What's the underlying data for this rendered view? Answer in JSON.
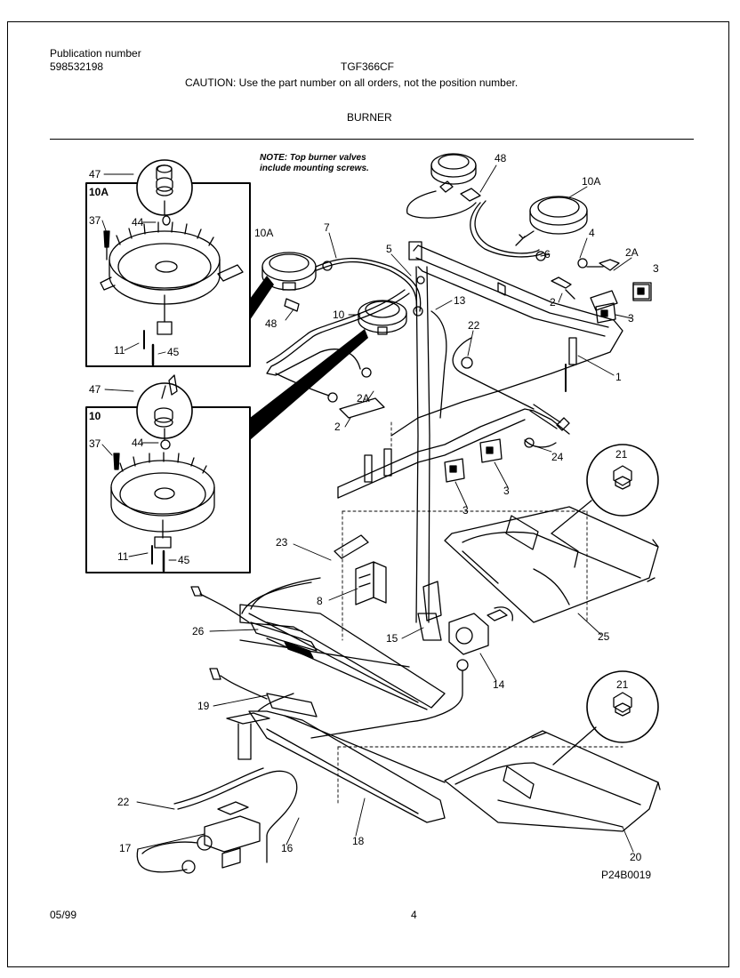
{
  "header": {
    "publication_label": "Publication number",
    "publication_number": "598532198",
    "model": "TGF366CF",
    "caution": "CAUTION:  Use the part number on all orders, not the position number.",
    "section_title": "BURNER"
  },
  "note": {
    "line1": "NOTE: Top burner valves",
    "line2": "include mounting screws."
  },
  "insets": {
    "top_id": "10A",
    "bottom_id": "10"
  },
  "callouts": {
    "c47_top": "47",
    "c37_top": "37",
    "c44_top": "44",
    "c11_top": "11",
    "c45_top": "45",
    "c47_bot": "47",
    "c37_bot": "37",
    "c44_bot": "44",
    "c11_bot": "11",
    "c45_bot": "45",
    "c10a_mid": "10A",
    "c7": "7",
    "c5": "5",
    "c48_mid": "48",
    "c10": "10",
    "c13": "13",
    "c48_top": "48",
    "c10a_right": "10A",
    "c4": "4",
    "c6": "6",
    "c2a_right": "2A",
    "c3_far": "3",
    "c2_right": "2",
    "c3_right": "3",
    "c22_mid": "22",
    "c1": "1",
    "c2a_left": "2A",
    "c2_left": "2",
    "c24": "24",
    "c3_a": "3",
    "c3_b": "3",
    "c21_top": "21",
    "c23": "23",
    "c8": "8",
    "c26": "26",
    "c15": "15",
    "c14": "14",
    "c25": "25",
    "c19": "19",
    "c21_bot": "21",
    "c22_bot": "22",
    "c17": "17",
    "c16": "16",
    "c18": "18",
    "c20": "20"
  },
  "diagram_code": "P24B0019",
  "footer": {
    "date": "05/99",
    "page": "4"
  }
}
